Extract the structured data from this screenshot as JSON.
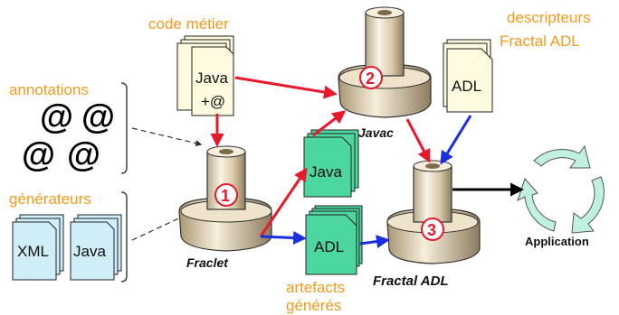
{
  "labels": {
    "code_metier": "code métier",
    "descripteurs": "descripteurs",
    "fractal_adl_desc": "Fractal ADL",
    "annotations": "annotations",
    "generateurs": "générateurs",
    "artefacts_line1": "artefacts",
    "artefacts_line2": "générés",
    "fraclet": "Fraclet",
    "javac": "Javac",
    "fractal_adl": "Fractal ADL",
    "application": "Application"
  },
  "docs": {
    "code_java_line1": "Java",
    "code_java_line2": "+@",
    "adl_desc": "ADL",
    "gen_xml": "XML",
    "gen_java": "Java",
    "art_java": "Java",
    "art_adl": "ADL"
  },
  "annotation_symbol": "@",
  "steps": {
    "one": "1",
    "two": "2",
    "three": "3"
  },
  "colors": {
    "accent_orange": "#f39a1b",
    "red_arrow": "#e8192c",
    "blue_arrow": "#1a2fe0",
    "doc_yellow": "#fffbe0",
    "doc_cyan": "#cfeef7",
    "doc_green": "#4dd6a0",
    "tool_beige": "#f0e6cf"
  }
}
